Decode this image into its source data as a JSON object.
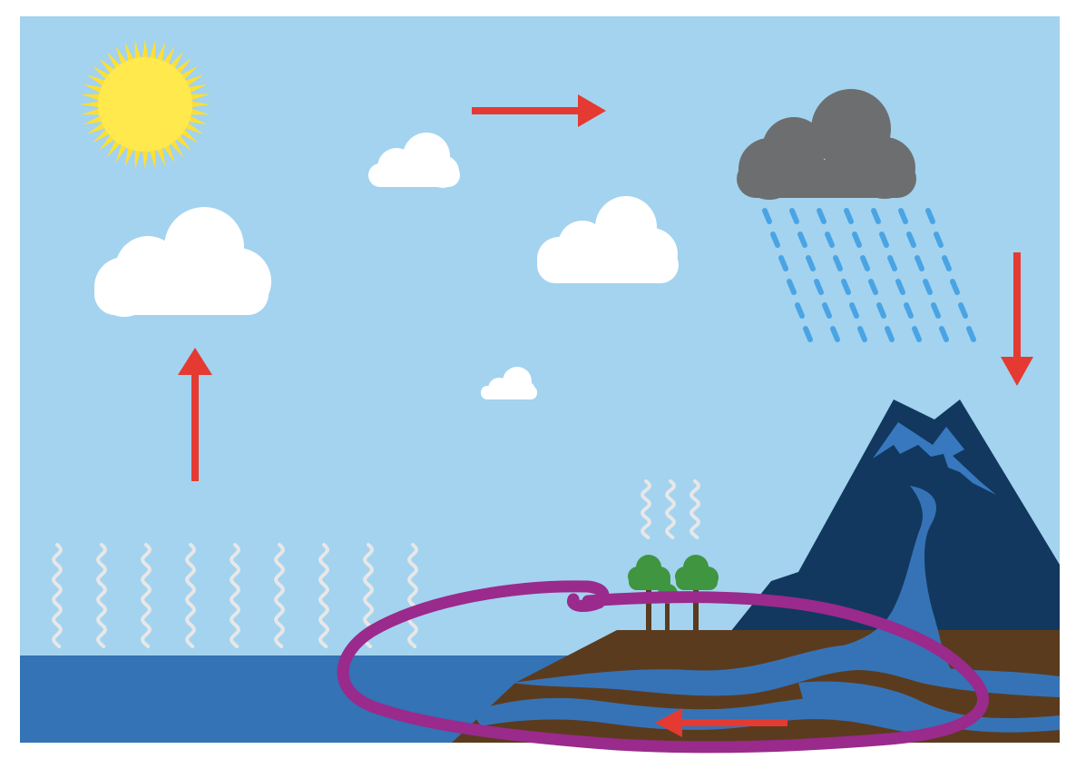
{
  "diagram": {
    "subject": "water-cycle",
    "colors": {
      "background": "#ffffff",
      "sky": "#a3d3ef",
      "sea": "#3373b6",
      "sun_core": "#ffe94d",
      "sun_rays": "#ffdf30",
      "cloud_white": "#ffffff",
      "cloud_rain": "#6d6e70",
      "rain_drop": "#4aa4e4",
      "arrow": "#e43a31",
      "vapor": "#e7e7e7",
      "mountain": "#12385f",
      "mountain_highlight": "#3878bf",
      "soil": "#5b3b1e",
      "groundwater": "#3673b6",
      "tree_foliage": "#3f9540",
      "tree_trunk": "#5b3b1e",
      "annotation": "#9a2a8c"
    },
    "icons": [
      "sun-icon",
      "cloud-icon",
      "rain-cloud-icon",
      "raindrop-icon",
      "arrow-icon",
      "vapor-icon",
      "mountain-icon",
      "tree-icon"
    ],
    "arrows": [
      {
        "name": "evaporation-arrow",
        "direction": "up"
      },
      {
        "name": "condensation-arrow",
        "direction": "right"
      },
      {
        "name": "precipitation-arrow",
        "direction": "down"
      },
      {
        "name": "groundwater-flow-arrow",
        "direction": "left"
      }
    ]
  }
}
